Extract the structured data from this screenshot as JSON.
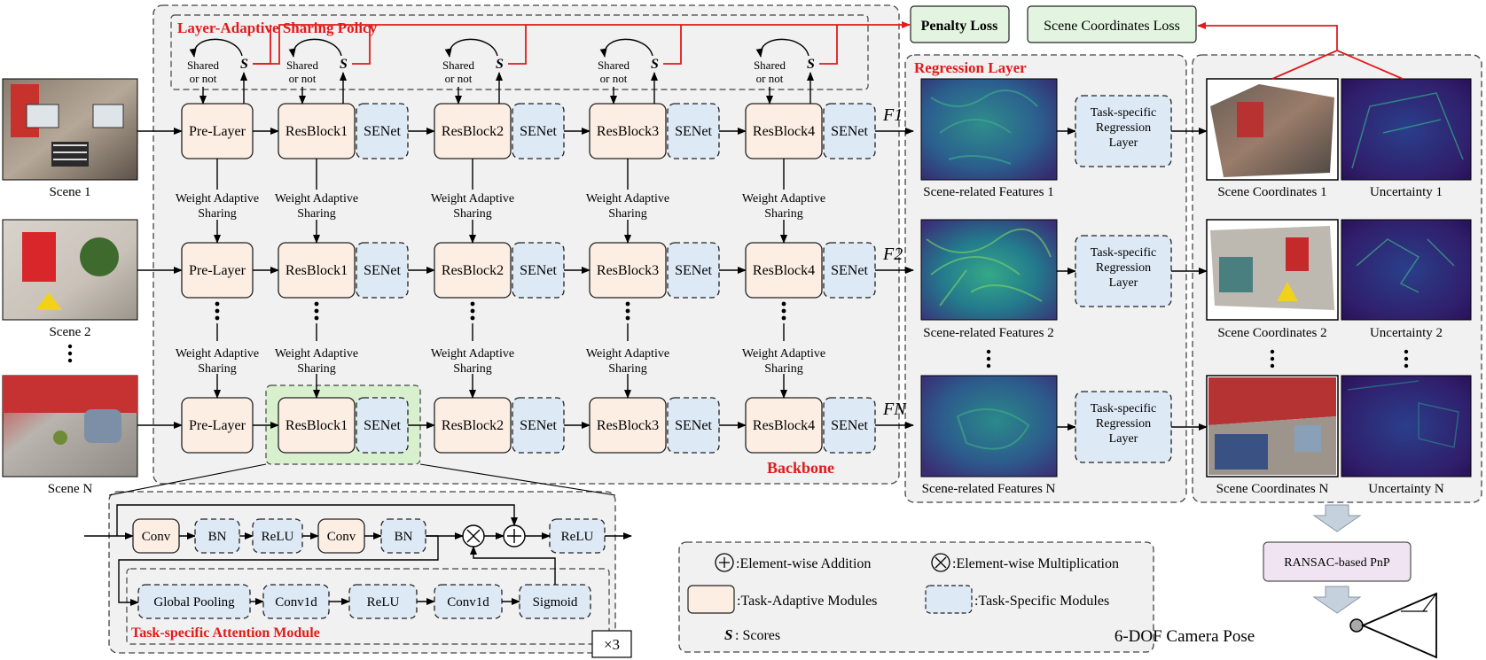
{
  "colors": {
    "red": "#e01b1b",
    "adaptive_fill": "#fdeee3",
    "specific_fill": "#dde9f5",
    "loss_fill": "#e3f5e1",
    "highlight_fill": "#d9f0cf",
    "pnp_fill": "#f0e4f3",
    "panel_fill": "#f1f1f1"
  },
  "scenes": [
    {
      "label": "Scene 1"
    },
    {
      "label": "Scene 2"
    },
    {
      "label": "Scene N"
    }
  ],
  "backbone": {
    "title": "Backbone",
    "policy_title": "Layer-Adaptive Sharing Policy",
    "shared_label": [
      "Shared",
      "or not"
    ],
    "score_symbol": "S",
    "stages": [
      "Pre-Layer",
      "ResBlock1",
      "ResBlock2",
      "ResBlock3",
      "ResBlock4"
    ],
    "senet_label": "SENet",
    "weight_sharing_label": [
      "Weight Adaptive",
      "Sharing"
    ],
    "feature_labels": [
      "F1",
      "F2",
      "FN"
    ]
  },
  "losses": {
    "penalty": "Penalty Loss",
    "scene_coord": "Scene Coordinates Loss"
  },
  "regression": {
    "title": "Regression Layer",
    "head_label": [
      "Task-specific",
      "Regression",
      "Layer"
    ],
    "feature_captions": [
      "Scene-related Features 1",
      "Scene-related Features 2",
      "Scene-related Features N"
    ]
  },
  "outputs": {
    "coord_captions": [
      "Scene Coordinates 1",
      "Scene Coordinates 2",
      "Scene Coordinates N"
    ],
    "uncertainty_captions": [
      "Uncertainty 1",
      "Uncertainty 2",
      "Uncertainty N"
    ]
  },
  "pnp": {
    "label": "RANSAC-based PnP",
    "pose_label": "6-DOF Camera Pose"
  },
  "resblock_detail": {
    "top_row": [
      "Conv",
      "BN",
      "ReLU",
      "Conv",
      "BN"
    ],
    "final_relu": "ReLU",
    "attention_row": [
      "Global Pooling",
      "Conv1d",
      "ReLU",
      "Conv1d",
      "Sigmoid"
    ],
    "attention_title": "Task-specific Attention Module",
    "repeat": "×3"
  },
  "legend": {
    "add": ":Element-wise Addition",
    "mul": ":Element-wise Multiplication",
    "adaptive": ":Task-Adaptive Modules",
    "specific": ":Task-Specific Modules",
    "scores_symbol": "S",
    "scores": " : Scores"
  }
}
